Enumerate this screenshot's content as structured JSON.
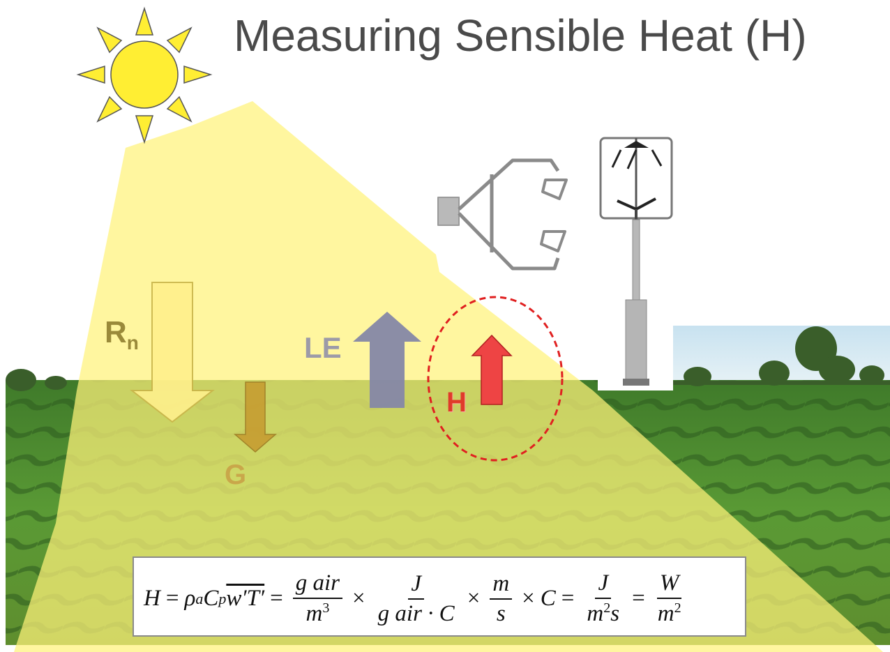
{
  "title": "Measuring Sensible Heat (H)",
  "labels": {
    "rn_main": "R",
    "rn_sub": "n",
    "le": "LE",
    "h": "H",
    "g": "G"
  },
  "equation": {
    "lhs": "H",
    "rho": "ρ",
    "a": "a",
    "C": "C",
    "p": "p",
    "covariance": "w′T′",
    "f1_num": "g air",
    "f1_den_base": "m",
    "f1_den_exp": "3",
    "f2_num": "J",
    "f2_den": "g air · C",
    "f3_num": "m",
    "f3_den": "s",
    "c_term": "C",
    "f4_num": "J",
    "f4_den_base": "m",
    "f4_den_exp": "2",
    "f4_den_s": "s",
    "f5_num": "W",
    "f5_den_base": "m",
    "f5_den_exp": "2",
    "eq_sign": "=",
    "times": "×"
  },
  "colors": {
    "beam": "#fff27a",
    "rn_arrow": "#fff08c",
    "le_arrow": "#8587a6",
    "h_arrow": "#ee4444",
    "g_arrow": "#c69a2e",
    "ellipse": "#e02020",
    "sun": "#ffee33"
  }
}
